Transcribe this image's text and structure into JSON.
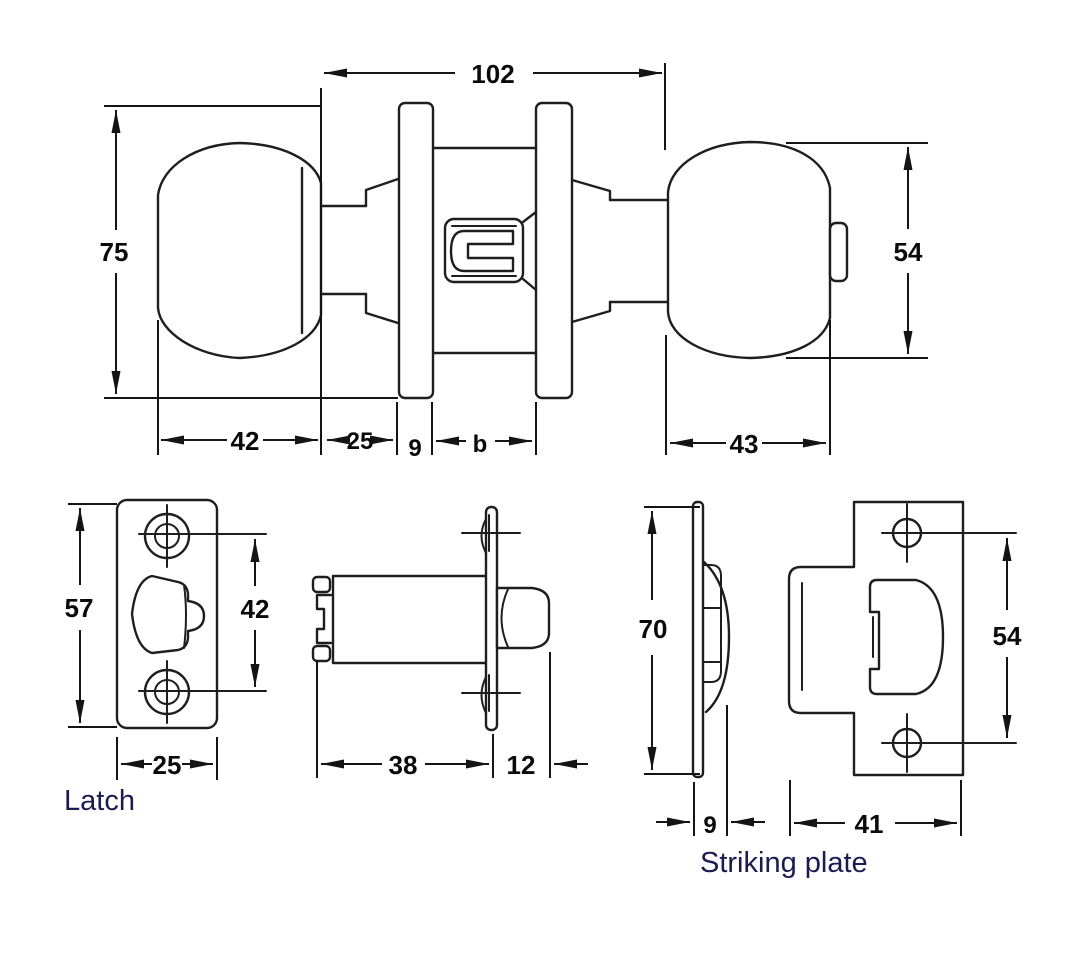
{
  "figure": {
    "type": "technical-drawing",
    "subject": "door knob lockset dimensions",
    "captions": {
      "latch": "Latch",
      "striking_plate": "Striking plate"
    },
    "knob_assembly": {
      "overall_length": "102",
      "rose_diameter": "75",
      "knob_diameter": "54",
      "left_knob_length": "42",
      "neck_length": "25",
      "rose_thickness": "9",
      "door_thickness": "b",
      "right_knob_length": "43"
    },
    "latch_front_view": {
      "faceplate_height": "57",
      "screw_hole_spacing": "42",
      "faceplate_width": "25"
    },
    "latch_side_view": {
      "body_length": "38",
      "bolt_projection": "12"
    },
    "striking_plate": {
      "height": "70",
      "thickness": "9",
      "screw_hole_spacing": "54",
      "width": "41"
    },
    "colors": {
      "line": "#1e1e1e",
      "dimension_text": "#0a0a0a",
      "caption_text": "#1b1b52",
      "background": "#ffffff"
    }
  }
}
